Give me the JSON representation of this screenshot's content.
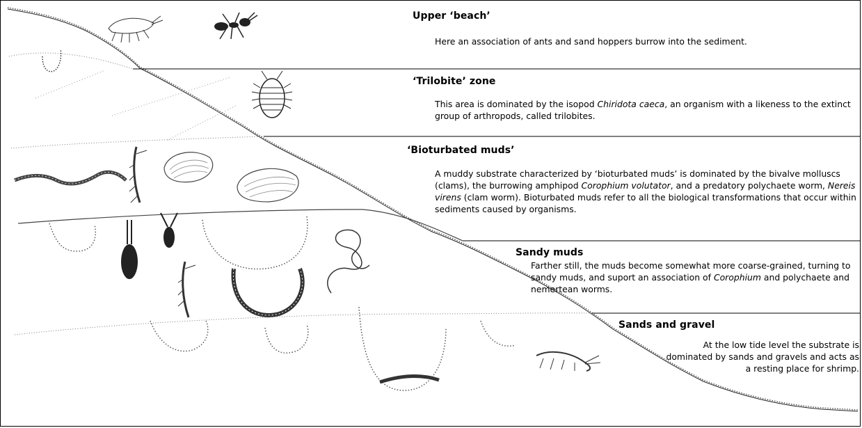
{
  "zones": [
    {
      "title": "Upper ‘beach’",
      "text": "Here an association of ants and sand hoppers burrow into the sediment."
    },
    {
      "title": "‘Trilobite’ zone",
      "text_parts": [
        "This area is dominated by the isopod ",
        "Chiridota caeca",
        ", an organism with a likeness to the extinct group of arthropods, called trilobites."
      ]
    },
    {
      "title": "‘Bioturbated muds’",
      "text_parts": [
        "A muddy substrate characterized by ‘bioturbated muds’ is dominated by the bivalve molluscs (clams), the burrowing amphipod ",
        "Corophium volutator",
        ", and a predatory polychaete worm, ",
        "Nereis virens",
        " (clam worm). Bioturbated muds refer to all the biological transformations that occur within sediments caused by organisms."
      ]
    },
    {
      "title": "Sandy muds",
      "text_parts": [
        "Farther still, the muds become somewhat more coarse-grained, turning to sandy muds, and suport an association of ",
        "Corophium",
        " and polychaete and nemertean worms."
      ]
    },
    {
      "title": "Sands and gravel",
      "text": "At the low tide level the substrate is dominated by sands and gravels and acts as a resting place for shrimp."
    }
  ],
  "organisms": [
    "sand-hopper-icon",
    "ant-icon",
    "isopod-icon",
    "clam-worm-icon",
    "amphipod-icon",
    "clam-icon",
    "nemertean-worm-icon",
    "shrimp-icon"
  ]
}
